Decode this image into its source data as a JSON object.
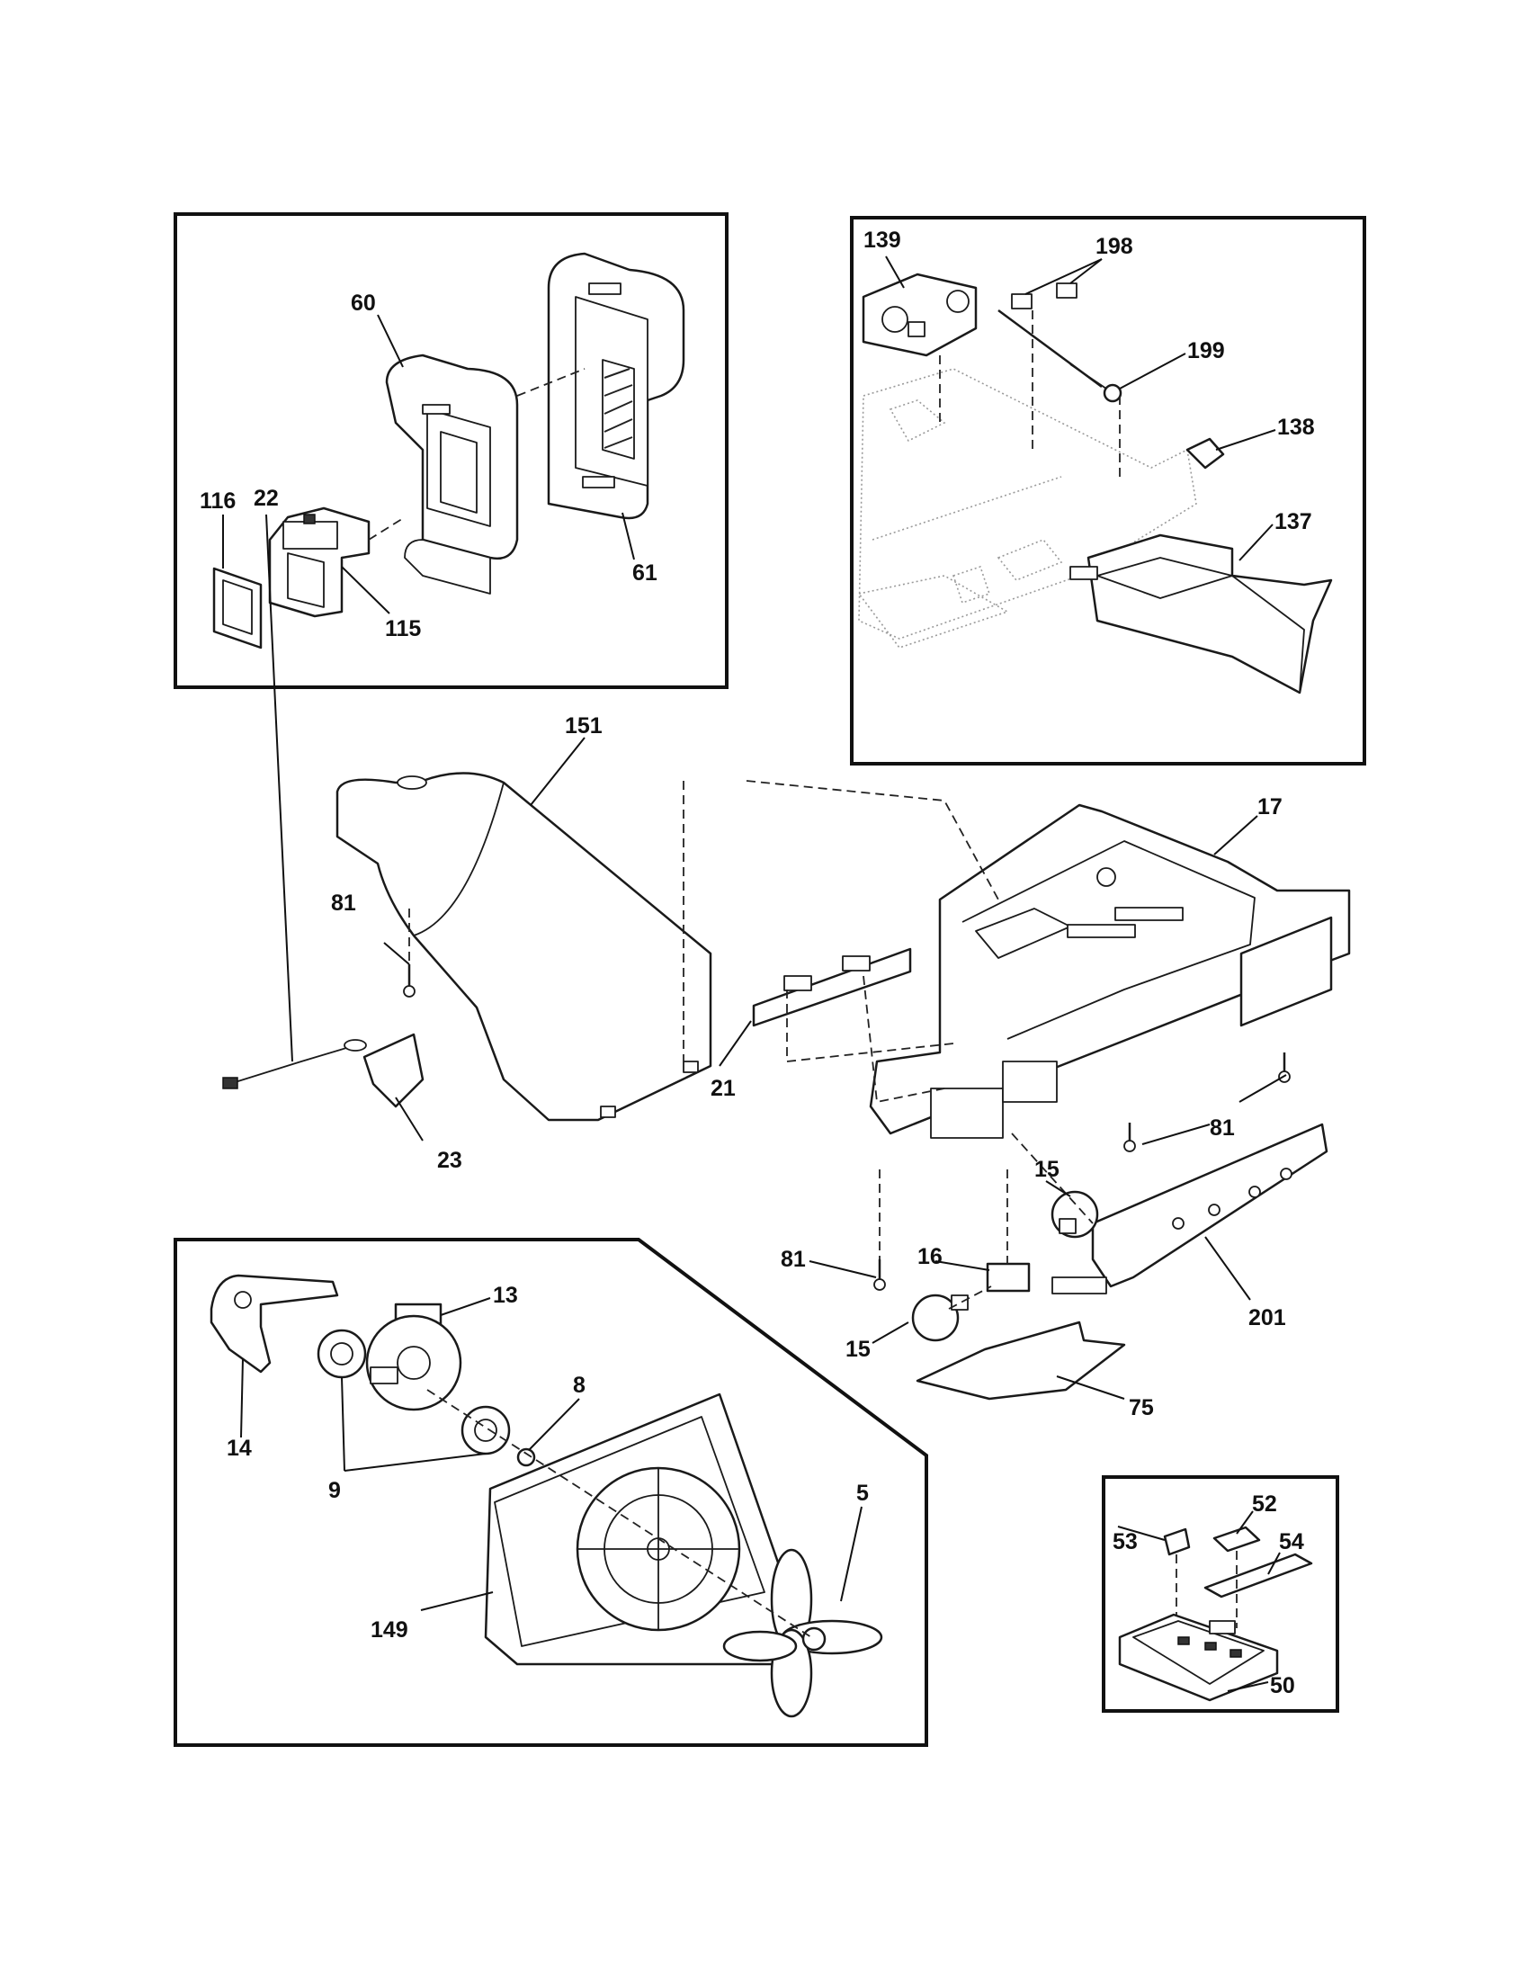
{
  "callouts": {
    "c139": "139",
    "c198": "198",
    "c199": "199",
    "c138": "138",
    "c137": "137",
    "c60": "60",
    "c61": "61",
    "c116": "116",
    "c115": "115",
    "c151": "151",
    "c17": "17",
    "c81a": "81",
    "c81b": "81",
    "c81c": "81",
    "c22": "22",
    "c23": "23",
    "c21": "21",
    "c15a": "15",
    "c15b": "15",
    "c16": "16",
    "c201": "201",
    "c75": "75",
    "c13": "13",
    "c14": "14",
    "c8": "8",
    "c9": "9",
    "c5": "5",
    "c149": "149",
    "c52": "52",
    "c53": "53",
    "c54": "54",
    "c50": "50"
  }
}
